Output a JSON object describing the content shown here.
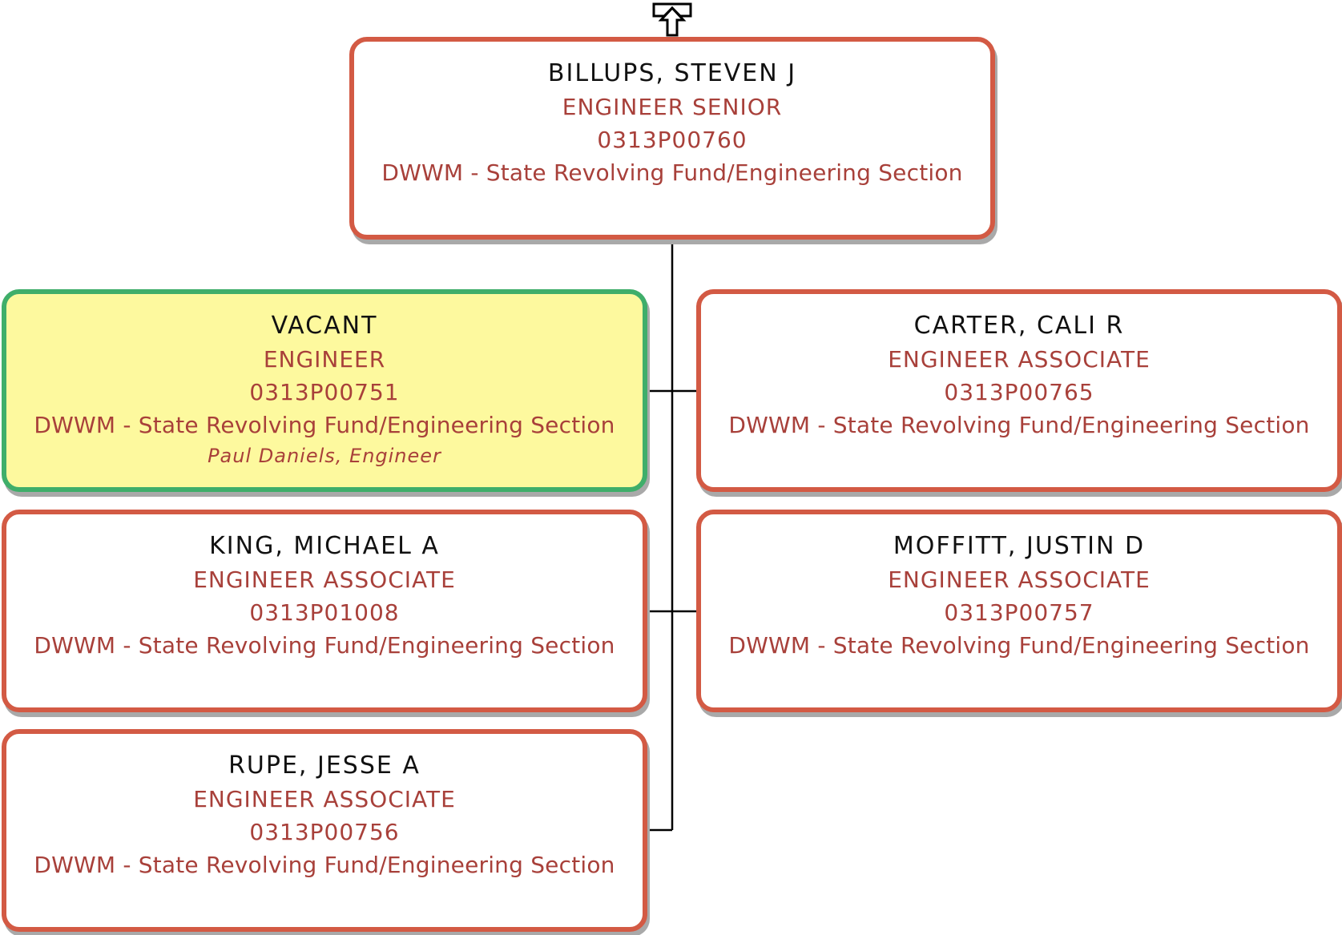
{
  "chart": {
    "root": {
      "name": "BILLUPS, STEVEN J",
      "title": "ENGINEER SENIOR",
      "position": "0313P00760",
      "department": "DWWM - State Revolving Fund/Engineering Section"
    },
    "children": [
      {
        "name": "VACANT",
        "title": "ENGINEER",
        "position": "0313P00751",
        "department": "DWWM - State Revolving Fund/Engineering Section",
        "note": "Paul Daniels, Engineer",
        "vacant": true
      },
      {
        "name": "CARTER, CALI R",
        "title": "ENGINEER ASSOCIATE",
        "position": "0313P00765",
        "department": "DWWM - State Revolving Fund/Engineering Section"
      },
      {
        "name": "KING, MICHAEL A",
        "title": "ENGINEER ASSOCIATE",
        "position": "0313P01008",
        "department": "DWWM - State Revolving Fund/Engineering Section"
      },
      {
        "name": "MOFFITT, JUSTIN D",
        "title": "ENGINEER ASSOCIATE",
        "position": "0313P00757",
        "department": "DWWM - State Revolving Fund/Engineering Section"
      },
      {
        "name": "RUPE, JESSE A",
        "title": "ENGINEER ASSOCIATE",
        "position": "0313P00756",
        "department": "DWWM - State Revolving Fund/Engineering Section"
      }
    ]
  },
  "colors": {
    "border": "#d35a44",
    "vacant_border": "#3fae6a",
    "vacant_fill": "#fdf99e",
    "detail_text": "#a8403a",
    "name_text": "#111111"
  },
  "icons": {
    "navigate_up": "up-arrow-icon"
  }
}
